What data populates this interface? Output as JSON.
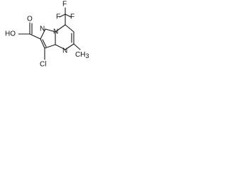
{
  "molecule": {
    "labels": {
      "carboxyl": "HO",
      "carboxyl_oxygen": "O",
      "nitrogen_1": "N",
      "nitrogen_2": "N",
      "nitrogen_3": "N",
      "chlorine": "Cl",
      "methyl": "CH",
      "methyl_subscript": "3",
      "fluorine_top": "F",
      "fluorine_left": "F",
      "fluorine_right": "F"
    },
    "colors": {
      "bond": "#1a1a1a",
      "text": "#111111",
      "background": "#ffffff"
    }
  }
}
